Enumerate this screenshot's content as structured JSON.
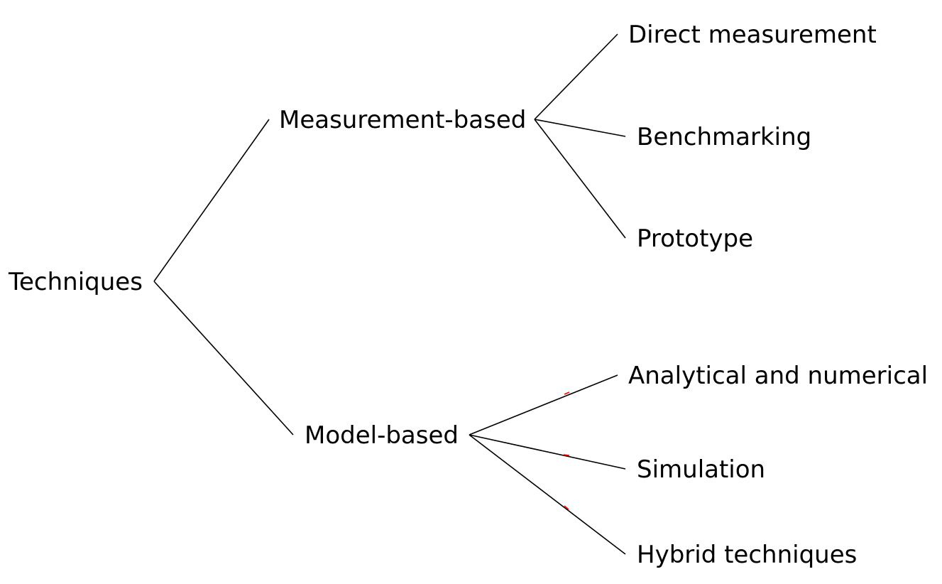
{
  "diagram": {
    "root": "Techniques",
    "branches": [
      {
        "label": "Measurement-based",
        "children": [
          "Direct measurement",
          "Benchmarking",
          "Prototype"
        ]
      },
      {
        "label": "Model-based",
        "children": [
          "Analytical and numerical",
          "Simulation",
          "Hybrid techniques"
        ]
      }
    ],
    "colors": {
      "line": "#000000",
      "text": "#000000",
      "tick": "#ff0000",
      "background": "#ffffff"
    }
  }
}
